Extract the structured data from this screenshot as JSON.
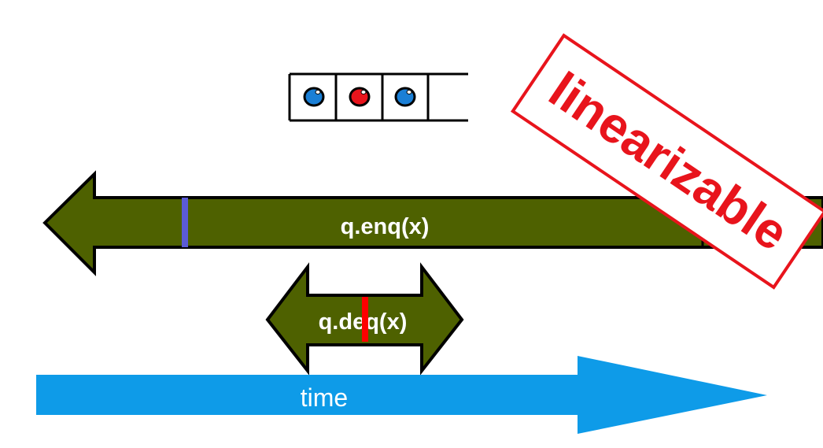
{
  "queue": {
    "slots": [
      {
        "dot_color": "#1a7fd6"
      },
      {
        "dot_color": "#e8141c"
      },
      {
        "dot_color": "#1a7fd6"
      },
      {
        "dot_color": null
      }
    ]
  },
  "enqueue": {
    "label": "q.enq(x)",
    "marker_color": "#5b5bd6"
  },
  "dequeue": {
    "label_prefix": "q.de",
    "label_suffix": "q(x)",
    "marker_color": "#ff0000"
  },
  "timeline": {
    "label": "time",
    "color": "#0e9be8"
  },
  "stamp": {
    "text": "linearizable",
    "color": "#e8141c"
  },
  "colors": {
    "interval_fill": "#4e6100",
    "interval_stroke": "#000000"
  }
}
